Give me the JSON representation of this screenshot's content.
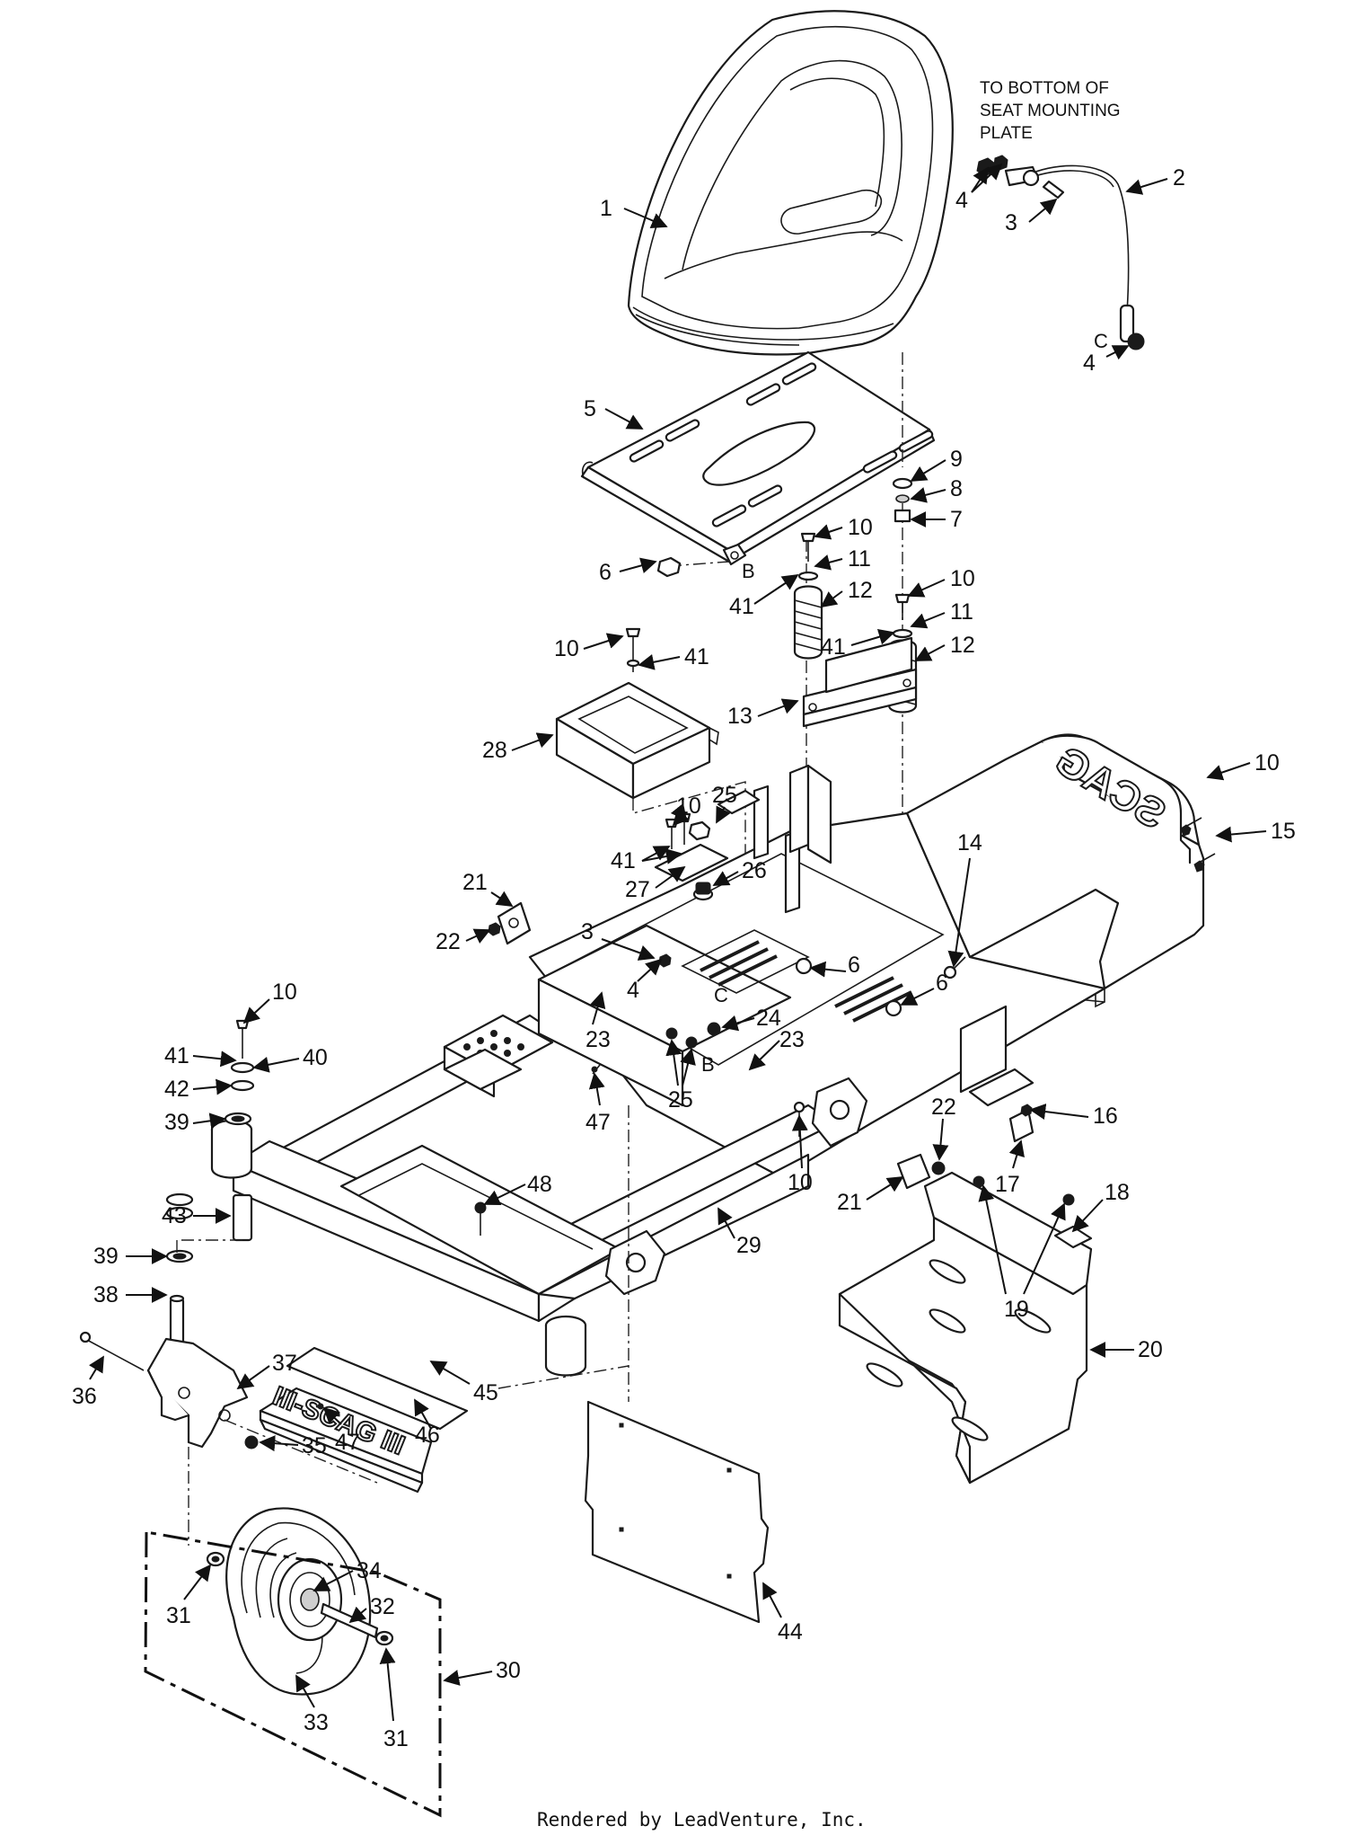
{
  "note": [
    "TO BOTTOM OF",
    "SEAT MOUNTING",
    "PLATE"
  ],
  "footer": "Rendered by LeadVenture, Inc.",
  "brand": "SCAG",
  "brand_guard": "III-SCAG III",
  "letters": {
    "b": "B",
    "c": "C"
  },
  "callouts": [
    {
      "id": "c1",
      "label": "1"
    },
    {
      "id": "c2",
      "label": "2"
    },
    {
      "id": "c3a",
      "label": "3"
    },
    {
      "id": "c4a",
      "label": "4"
    },
    {
      "id": "c4b",
      "label": "4"
    },
    {
      "id": "c5",
      "label": "5"
    },
    {
      "id": "c6a",
      "label": "6"
    },
    {
      "id": "c7",
      "label": "7"
    },
    {
      "id": "c8",
      "label": "8"
    },
    {
      "id": "c9",
      "label": "9"
    },
    {
      "id": "c10a",
      "label": "10"
    },
    {
      "id": "c11a",
      "label": "11"
    },
    {
      "id": "c12a",
      "label": "12"
    },
    {
      "id": "c41a",
      "label": "41"
    },
    {
      "id": "c10b",
      "label": "10"
    },
    {
      "id": "c11b",
      "label": "11"
    },
    {
      "id": "c12b",
      "label": "12"
    },
    {
      "id": "c41b",
      "label": "41"
    },
    {
      "id": "c10c",
      "label": "10"
    },
    {
      "id": "c41c",
      "label": "41"
    },
    {
      "id": "c13",
      "label": "13"
    },
    {
      "id": "c28",
      "label": "28"
    },
    {
      "id": "c10d",
      "label": "10"
    },
    {
      "id": "c15",
      "label": "15"
    },
    {
      "id": "c10e",
      "label": "10"
    },
    {
      "id": "c25a",
      "label": "25"
    },
    {
      "id": "c41d",
      "label": "41"
    },
    {
      "id": "c27",
      "label": "27"
    },
    {
      "id": "c26",
      "label": "26"
    },
    {
      "id": "c14",
      "label": "14"
    },
    {
      "id": "c21a",
      "label": "21"
    },
    {
      "id": "c22a",
      "label": "22"
    },
    {
      "id": "c3b",
      "label": "3"
    },
    {
      "id": "c6b",
      "label": "6"
    },
    {
      "id": "c4c",
      "label": "4"
    },
    {
      "id": "c23a",
      "label": "23"
    },
    {
      "id": "c24",
      "label": "24"
    },
    {
      "id": "c6c",
      "label": "6"
    },
    {
      "id": "c23b",
      "label": "23"
    },
    {
      "id": "c10f",
      "label": "10"
    },
    {
      "id": "c41e",
      "label": "41"
    },
    {
      "id": "c40",
      "label": "40"
    },
    {
      "id": "c42",
      "label": "42"
    },
    {
      "id": "c39a",
      "label": "39"
    },
    {
      "id": "c47a",
      "label": "47"
    },
    {
      "id": "c25b",
      "label": "25"
    },
    {
      "id": "c16",
      "label": "16"
    },
    {
      "id": "c22b",
      "label": "22"
    },
    {
      "id": "c17",
      "label": "17"
    },
    {
      "id": "c10g",
      "label": "10"
    },
    {
      "id": "c21b",
      "label": "21"
    },
    {
      "id": "c18",
      "label": "18"
    },
    {
      "id": "c43",
      "label": "43"
    },
    {
      "id": "c48",
      "label": "48"
    },
    {
      "id": "c29",
      "label": "29"
    },
    {
      "id": "c39b",
      "label": "39"
    },
    {
      "id": "c38",
      "label": "38"
    },
    {
      "id": "c19",
      "label": "19"
    },
    {
      "id": "c20",
      "label": "20"
    },
    {
      "id": "c36",
      "label": "36"
    },
    {
      "id": "c37",
      "label": "37"
    },
    {
      "id": "c45",
      "label": "45"
    },
    {
      "id": "c47b",
      "label": "47"
    },
    {
      "id": "c46",
      "label": "46"
    },
    {
      "id": "c35",
      "label": "35"
    },
    {
      "id": "c34",
      "label": "34"
    },
    {
      "id": "c31a",
      "label": "31"
    },
    {
      "id": "c32",
      "label": "32"
    },
    {
      "id": "c44",
      "label": "44"
    },
    {
      "id": "c30",
      "label": "30"
    },
    {
      "id": "c33",
      "label": "33"
    },
    {
      "id": "c31b",
      "label": "31"
    }
  ]
}
